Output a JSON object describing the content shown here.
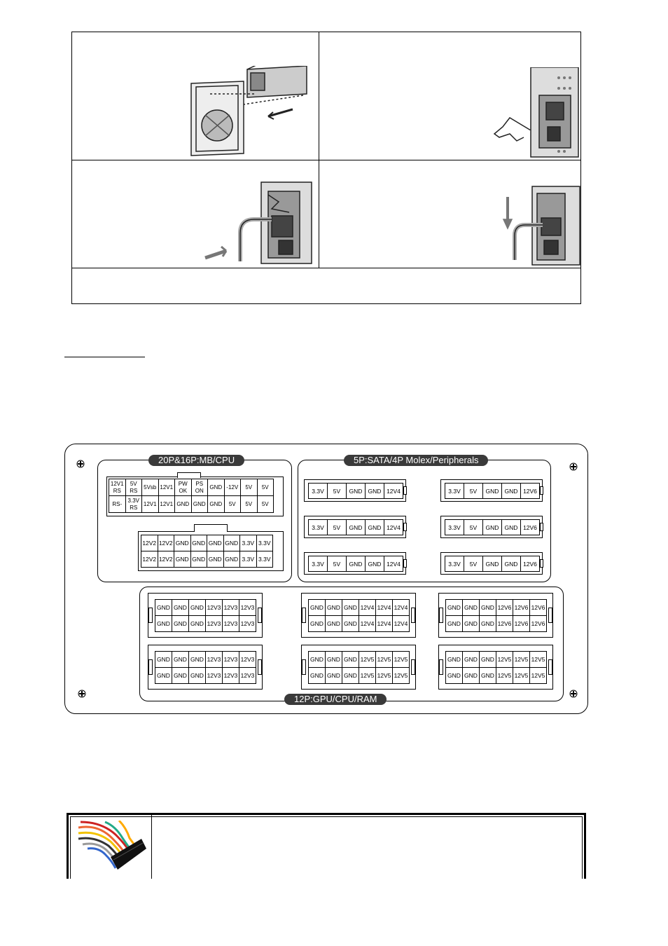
{
  "panel": {
    "groups": {
      "mb": {
        "title": "20P&16P:MB/CPU"
      },
      "sata": {
        "title": "5P:SATA/4P Molex/Peripherals"
      },
      "gpu": {
        "title": "12P:GPU/CPU/RAM"
      }
    },
    "mb_20p": {
      "row1": [
        "12V1\nRS",
        "5V\nRS",
        "5Vsb",
        "12V1",
        "PW\nOK",
        "PS\nON",
        "GND",
        "-12V",
        "5V",
        "5V"
      ],
      "row2": [
        "RS-",
        "3.3V\nRS",
        "12V1",
        "12V1",
        "GND",
        "GND",
        "GND",
        "5V",
        "5V",
        "5V"
      ]
    },
    "mb_16p": {
      "row1": [
        "12V2",
        "12V2",
        "GND",
        "GND",
        "GND",
        "GND",
        "3.3V",
        "3.3V"
      ],
      "row2": [
        "12V2",
        "12V2",
        "GND",
        "GND",
        "GND",
        "GND",
        "3.3V",
        "3.3V"
      ]
    },
    "sata_left": [
      [
        "3.3V",
        "5V",
        "GND",
        "GND",
        "12V4"
      ],
      [
        "3.3V",
        "5V",
        "GND",
        "GND",
        "12V4"
      ],
      [
        "3.3V",
        "5V",
        "GND",
        "GND",
        "12V4"
      ]
    ],
    "sata_right": [
      [
        "3.3V",
        "5V",
        "GND",
        "GND",
        "12V6"
      ],
      [
        "3.3V",
        "5V",
        "GND",
        "GND",
        "12V6"
      ],
      [
        "3.3V",
        "5V",
        "GND",
        "GND",
        "12V6"
      ]
    ],
    "gpu_connectors": [
      {
        "row1": [
          "GND",
          "GND",
          "GND",
          "12V3",
          "12V3",
          "12V3"
        ],
        "row2": [
          "GND",
          "GND",
          "GND",
          "12V3",
          "12V3",
          "12V3"
        ]
      },
      {
        "row1": [
          "GND",
          "GND",
          "GND",
          "12V4",
          "12V4",
          "12V4"
        ],
        "row2": [
          "GND",
          "GND",
          "GND",
          "12V4",
          "12V4",
          "12V4"
        ]
      },
      {
        "row1": [
          "GND",
          "GND",
          "GND",
          "12V6",
          "12V6",
          "12V6"
        ],
        "row2": [
          "GND",
          "GND",
          "GND",
          "12V6",
          "12V6",
          "12V6"
        ]
      },
      {
        "row1": [
          "GND",
          "GND",
          "GND",
          "12V3",
          "12V3",
          "12V3"
        ],
        "row2": [
          "GND",
          "GND",
          "GND",
          "12V3",
          "12V3",
          "12V3"
        ]
      },
      {
        "row1": [
          "GND",
          "GND",
          "GND",
          "12V5",
          "12V5",
          "12V5"
        ],
        "row2": [
          "GND",
          "GND",
          "GND",
          "12V5",
          "12V5",
          "12V5"
        ]
      },
      {
        "row1": [
          "GND",
          "GND",
          "GND",
          "12V5",
          "12V5",
          "12V5"
        ],
        "row2": [
          "GND",
          "GND",
          "GND",
          "12V5",
          "12V5",
          "12V5"
        ]
      }
    ]
  },
  "colors": {
    "title_bg": "#3a3a3a",
    "title_fg": "#ffffff"
  },
  "icons": [
    "screw-icon",
    "psu-install-illustration",
    "power-cord-illustration",
    "atx-cable-photo"
  ]
}
